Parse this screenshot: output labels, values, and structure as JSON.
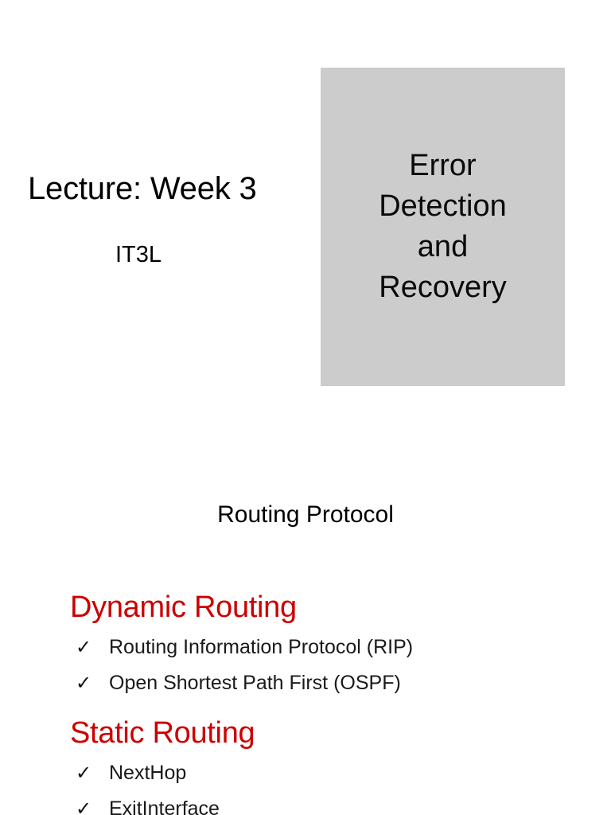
{
  "slide_title": {
    "lecture": "Lecture: Week 3",
    "course_code": "IT3L"
  },
  "topic_box": {
    "fill_color": "#cccccc",
    "lines": [
      "Error",
      "Detection",
      "and",
      "Recovery"
    ]
  },
  "section": {
    "heading": "Routing Protocol"
  },
  "routing": {
    "accent_color": "#cc0000",
    "groups": [
      {
        "heading": "Dynamic Routing",
        "bullet_glyph": "✓",
        "items": [
          "Routing Information Protocol (RIP)",
          "Open Shortest Path First (OSPF)"
        ]
      },
      {
        "heading": "Static Routing",
        "bullet_glyph": "✓",
        "items": [
          "NextHop",
          "ExitInterface"
        ]
      }
    ]
  }
}
